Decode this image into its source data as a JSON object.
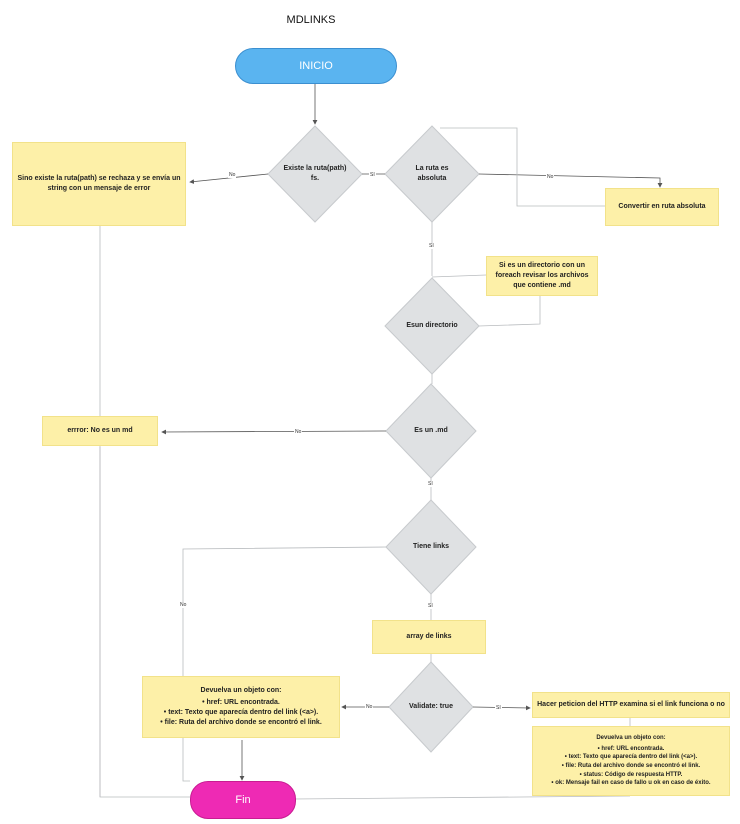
{
  "title": "MDLINKS",
  "start_label": "INICIO",
  "end_label": "Fin",
  "decisions": {
    "exists": "Existe la ruta(path) fs.",
    "absolute": "La ruta es absoluta",
    "directory": "Esun directorio",
    "is_md": "Es un .md",
    "has_links": "Tiene links",
    "validate": "Validate: true"
  },
  "notes": {
    "not_exists": "Sino existe la ruta(path) se rechaza y se envía un string con un mensaje de error",
    "convert": "Convertir en ruta absoluta",
    "directory_foreach": "Si es un directorio con un foreach revisar los archivos que contiene .md",
    "error_md": "errror: No es un md",
    "links_array": "array de links",
    "http_request": "Hacer peticion del HTTP examina si el link funciona o no"
  },
  "object_left": {
    "heading": "Devuelva un objeto con:",
    "items": [
      "href: URL encontrada.",
      "text: Texto que aparecía dentro del link (<a>).",
      "file: Ruta del archivo donde se encontró el link."
    ]
  },
  "object_right": {
    "heading": "Devuelva un objeto con:",
    "items": [
      "href: URL encontrada.",
      "text: Texto que aparecía dentro del link (<a>).",
      "file: Ruta del archivo donde se encontró el link.",
      "status: Código de respuesta HTTP.",
      "ok: Mensaje fail en caso de fallo u ok en caso de éxito."
    ]
  },
  "edge_labels": {
    "no_exists": "No",
    "si_exists": "SI",
    "no_absolute": "No",
    "si_absolute": "SI",
    "no_md": "No",
    "si_md": "SI",
    "no_links": "No",
    "si_links": "SI",
    "no_validate": "No",
    "si_validate": "SI"
  }
}
